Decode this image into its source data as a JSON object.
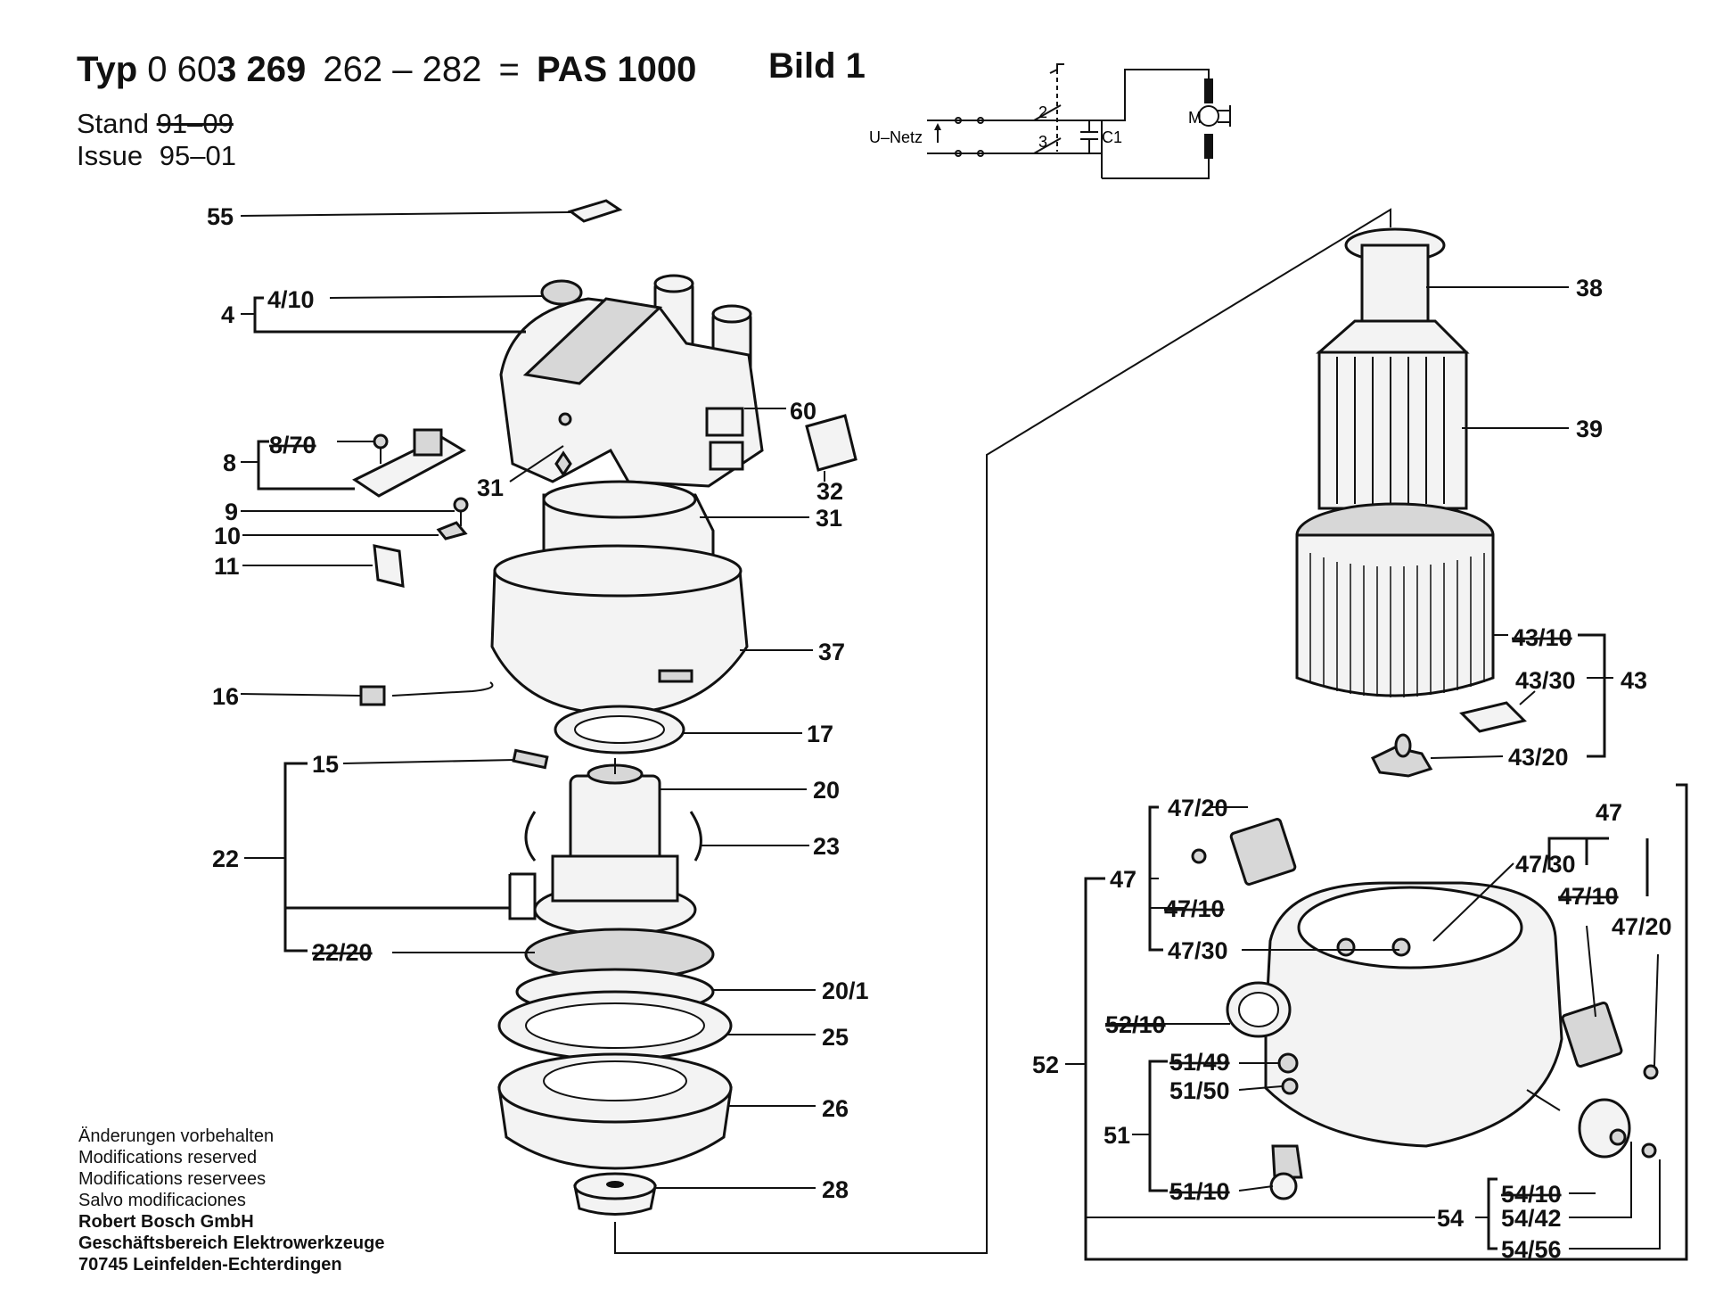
{
  "header": {
    "typ_label": "Typ",
    "typ_number_pre": "0 60",
    "typ_number_bold": "3 269",
    "typ_range": "262 – 282",
    "equals": "=",
    "model": "PAS 1000",
    "bild": "Bild 1"
  },
  "stand": {
    "label": "Stand",
    "value": "91–09"
  },
  "issue": {
    "label": "Issue",
    "value": "95–01"
  },
  "circuit": {
    "u_netz": "U–Netz",
    "switch_top": "2",
    "switch_bottom": "3",
    "capacitor": "C1",
    "motor": "M"
  },
  "labels": {
    "p55": "55",
    "p4": "4",
    "p4_10": "4/10",
    "p60": "60",
    "p8": "8",
    "p8_70": "8/70",
    "p31a": "31",
    "p32": "32",
    "p9": "9",
    "p31b": "31",
    "p10": "10",
    "p11": "11",
    "p37": "37",
    "p16": "16",
    "p17": "17",
    "p15": "15",
    "p20": "20",
    "p22": "22",
    "p23": "23",
    "p22_20": "22/20",
    "p20_1": "20/1",
    "p25": "25",
    "p26": "26",
    "p28": "28",
    "p38": "38",
    "p39": "39",
    "p43_10": "43/10",
    "p43_30": "43/30",
    "p43": "43",
    "p43_20": "43/20",
    "p47_20a": "47/20",
    "p47a": "47",
    "p47_10a": "47/10",
    "p47_30a": "47/30",
    "p47b": "47",
    "p47_30b": "47/30",
    "p47_10b": "47/10",
    "p47_20b": "47/20",
    "p52_10": "52/10",
    "p52": "52",
    "p51_49": "51/49",
    "p51_50": "51/50",
    "p51": "51",
    "p51_10": "51/10",
    "p54_10": "54/10",
    "p54": "54",
    "p54_42": "54/42",
    "p54_56": "54/56"
  },
  "footer": {
    "line1": "Änderungen vorbehalten",
    "line2": "Modifications reserved",
    "line3": "Modifications reservees",
    "line4": "Salvo modificaciones",
    "company": "Robert Bosch GmbH",
    "division": "Geschäftsbereich Elektrowerkzeuge",
    "address": "70745 Leinfelden-Echterdingen"
  }
}
